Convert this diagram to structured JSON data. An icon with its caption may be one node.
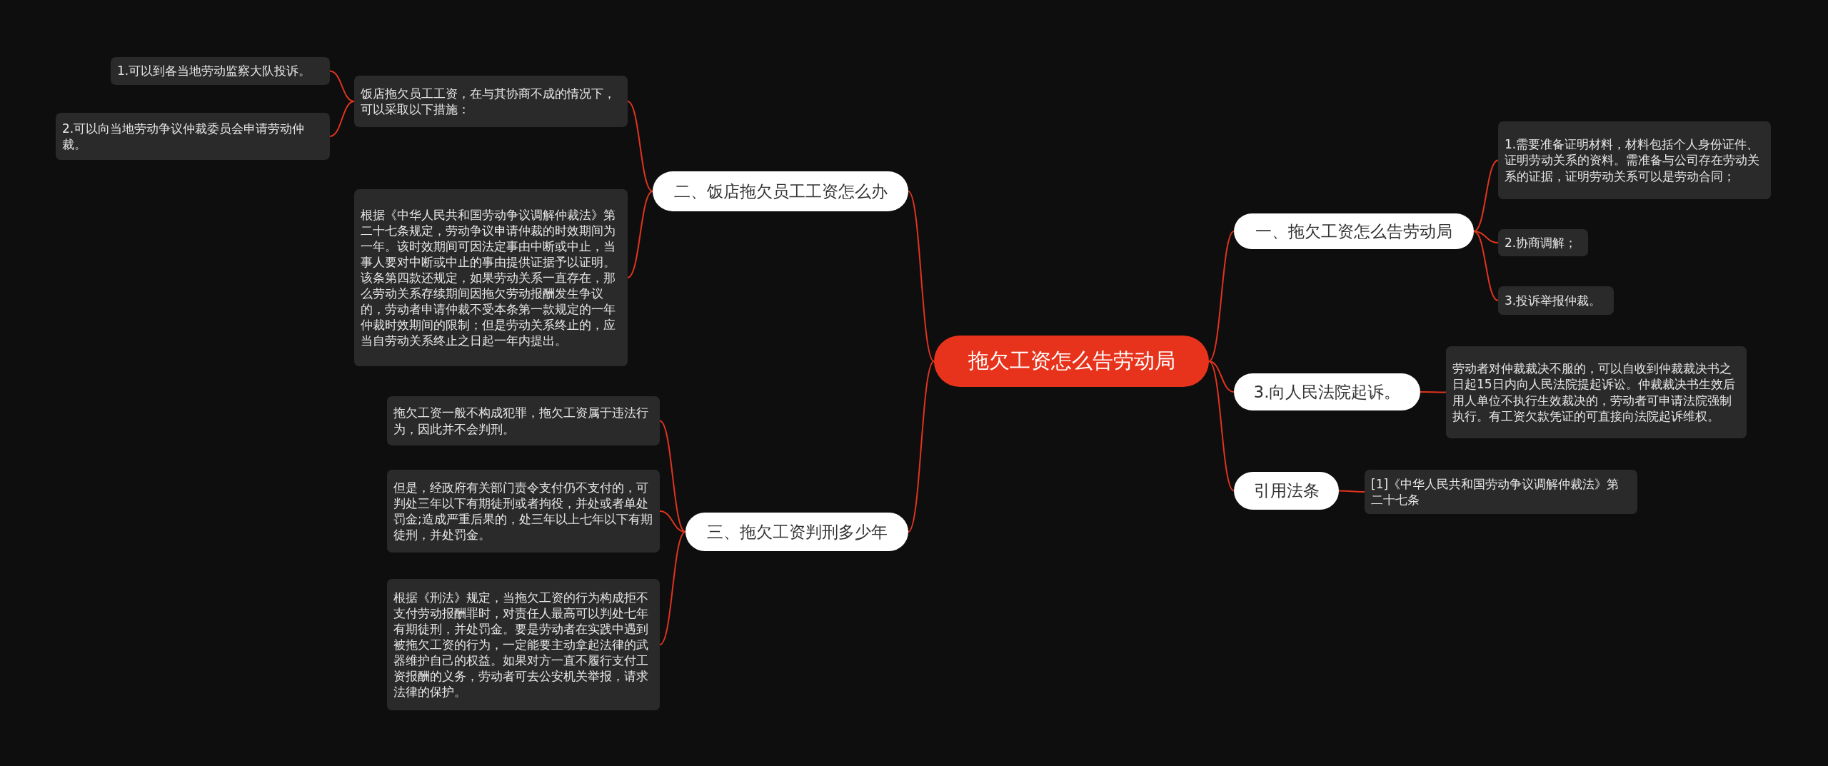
{
  "diagram": {
    "nodes": [
      {
        "text": [
          "拖欠工资怎么告劳动局"
        ]
      },
      {
        "text": [
          "二、饭店拖欠员工工资怎么办"
        ]
      },
      {
        "text": [
          "饭店拖欠员工工资，在与其协商不成的情况下，可以采取以下措施："
        ]
      },
      {
        "text": [
          "1.可以到各当地劳动监察大队投诉。"
        ]
      },
      {
        "text": [
          "2.可以向当地劳动争议仲裁委员会申请劳动仲裁。"
        ]
      },
      {
        "text": [
          "根据《中华人民共和国劳动争议调解仲裁法》第二十七条规定，劳动争议申请仲裁的时效期间为一年。该时效期间可因法定事由中断或中止，当事人要对中断或中止的事由提供证据予以证明。该条第四款还规定，如果劳动关系一直存在，那么劳动关系存续期间因拖欠劳动报酬发生争议的，劳动者申请仲裁不受本条第一款规定的一年仲裁时效期间的限制；但是劳动关系终止的，应当自劳动关系终止之日起一年内提出。"
        ]
      },
      {
        "text": [
          "三、拖欠工资判刑多少年"
        ]
      },
      {
        "text": [
          "拖欠工资一般不构成犯罪，拖欠工资属于违法行为，因此并不会判刑。"
        ]
      },
      {
        "text": [
          "但是，经政府有关部门责令支付仍不支付的，可判处三年以下有期徒刑或者拘役，并处或者单处罚金;造成严重后果的，处三年以上七年以下有期徒刑，并处罚金。"
        ]
      },
      {
        "text": [
          "根据《刑法》规定，当拖欠工资的行为构成拒不支付劳动报酬罪时，对责任人最高可以判处七年有期徒刑，并处罚金。要是劳动者在实践中遇到被拖欠工资的行为，一定能要主动拿起法律的武器维护自己的权益。如果对方一直不履行支付工资报酬的义务，劳动者可去公安机关举报，请求法律的保护。"
        ]
      },
      {
        "text": [
          "一、拖欠工资怎么告劳动局"
        ]
      },
      {
        "text": [
          "1.需要准备证明材料，材料包括个人身份证件、证明劳动关系的资料。需准备与公司存在劳动关系的证据，证明劳动关系可以是劳动合同；"
        ]
      },
      {
        "text": [
          "2.协商调解；"
        ]
      },
      {
        "text": [
          "3.投诉举报仲裁。"
        ]
      },
      {
        "text": [
          "3.向人民法院起诉。"
        ]
      },
      {
        "text": [
          "劳动者对仲裁裁决不服的，可以自收到仲裁裁决书之日起15日内向人民法院提起诉讼。仲裁裁决书生效后用人单位不执行生效裁决的，劳动者可申请法院强制执行。有工资欠款凭证的可直接向法院起诉维权。"
        ]
      },
      {
        "text": [
          "引用法条"
        ]
      },
      {
        "text": [
          "[1]《中华人民共和国劳动争议调解仲裁法》第二十七条"
        ]
      }
    ],
    "edges": [
      {
        "from": 0,
        "to": 1,
        "arrow": "none"
      },
      {
        "from": 1,
        "to": 2,
        "arrow": "none"
      },
      {
        "from": 2,
        "to": 3,
        "arrow": "none"
      },
      {
        "from": 2,
        "to": 4,
        "arrow": "none"
      },
      {
        "from": 1,
        "to": 5,
        "arrow": "none"
      },
      {
        "from": 0,
        "to": 6,
        "arrow": "none"
      },
      {
        "from": 6,
        "to": 7,
        "arrow": "none"
      },
      {
        "from": 6,
        "to": 8,
        "arrow": "none"
      },
      {
        "from": 6,
        "to": 9,
        "arrow": "none"
      },
      {
        "from": 0,
        "to": 10,
        "arrow": "none"
      },
      {
        "from": 10,
        "to": 11,
        "arrow": "none"
      },
      {
        "from": 10,
        "to": 12,
        "arrow": "none"
      },
      {
        "from": 10,
        "to": 13,
        "arrow": "none"
      },
      {
        "from": 0,
        "to": 14,
        "arrow": "none"
      },
      {
        "from": 14,
        "to": 15,
        "arrow": "none"
      },
      {
        "from": 0,
        "to": 16,
        "arrow": "none"
      },
      {
        "from": 16,
        "to": 17,
        "arrow": "none"
      }
    ]
  }
}
